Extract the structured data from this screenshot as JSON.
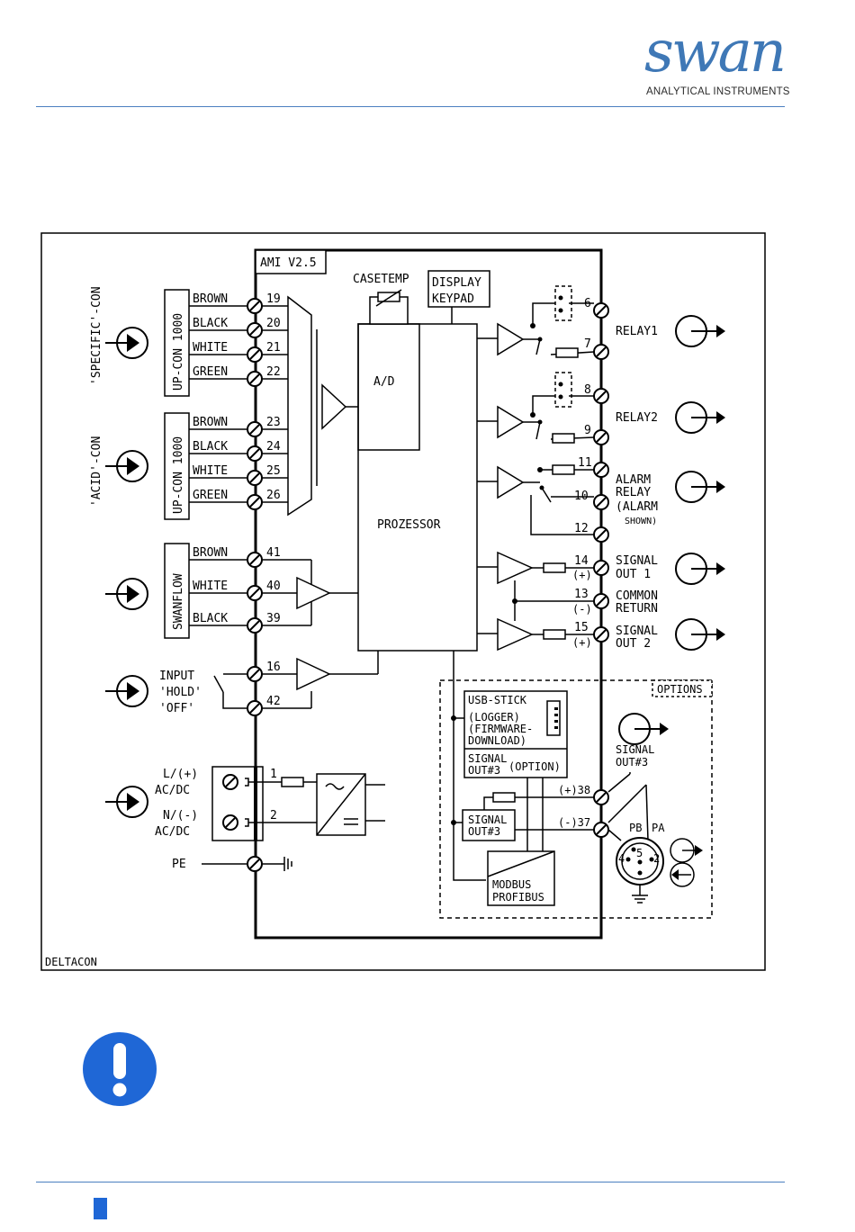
{
  "brand": {
    "name": "swan",
    "tagline": "ANALYTICAL INSTRUMENTS",
    "color": "#3f78b6"
  },
  "accent_color": "#1f67d6",
  "diagram": {
    "frame_label": "DELTACON",
    "module_label": "AMI V2.5",
    "casetemp": "CASETEMP",
    "display_l1": "DISPLAY",
    "display_l2": "KEYPAD",
    "ad": "A/D",
    "processor": "PROZESSOR",
    "sensor_specific": "'SPECIFIC'-CON",
    "sensor_acid": "'ACID'-CON",
    "upcon": "UP-CON 1000",
    "swanflow": "SWANFLOW",
    "wire_brown": "BROWN",
    "wire_black": "BLACK",
    "wire_white": "WHITE",
    "wire_green": "GREEN",
    "t19": "19",
    "t20": "20",
    "t21": "21",
    "t22": "22",
    "t23": "23",
    "t24": "24",
    "t25": "25",
    "t26": "26",
    "t41": "41",
    "t40": "40",
    "t39": "39",
    "t16": "16",
    "t42": "42",
    "t1": "1",
    "t2": "2",
    "t6": "6",
    "t7": "7",
    "t8": "8",
    "t9": "9",
    "t11": "11",
    "t10": "10",
    "t12": "12",
    "t14": "14",
    "t13": "13",
    "t15": "15",
    "pol14": "(+)",
    "pol13": "(-)",
    "pol15": "(+)",
    "input_l1": "INPUT",
    "input_l2": "'HOLD'",
    "input_l3": "'OFF'",
    "power_l1": "L/(+)",
    "power_l2": "AC/DC",
    "power_n1": "N/(-)",
    "power_n2": "AC/DC",
    "pe": "PE",
    "relay1": "RELAY1",
    "relay2": "RELAY2",
    "alarm_l1": "ALARM",
    "alarm_l2": "RELAY",
    "alarm_l3": "(ALARM",
    "alarm_l4": "SHOWN)",
    "sig1_l1": "SIGNAL",
    "sig1_l2": "OUT 1",
    "common_l1": "COMMON",
    "common_l2": "RETURN",
    "sig2_l1": "SIGNAL",
    "sig2_l2": "OUT 2",
    "options": "OPTIONS",
    "usb_l1": "USB-STICK",
    "usb_l2": "(LOGGER)",
    "usb_l3": "(FIRMWARE-",
    "usb_l4": "DOWNLOAD)",
    "so3_l1": "SIGNAL",
    "so3_l2": "OUT#3",
    "so3_opt": "(OPTION)",
    "so3b_l1": "SIGNAL",
    "so3b_l2": "OUT#3",
    "t38": "(+)38",
    "t37": "(-)37",
    "modbus_l1": "MODBUS",
    "modbus_l2": "PROFIBUS",
    "sigout3_l1": "SIGNAL",
    "sigout3_l2": "OUT#3",
    "pb": "PB",
    "pa": "PA",
    "pin4": "4",
    "pin5": "5",
    "pin2": "2"
  }
}
